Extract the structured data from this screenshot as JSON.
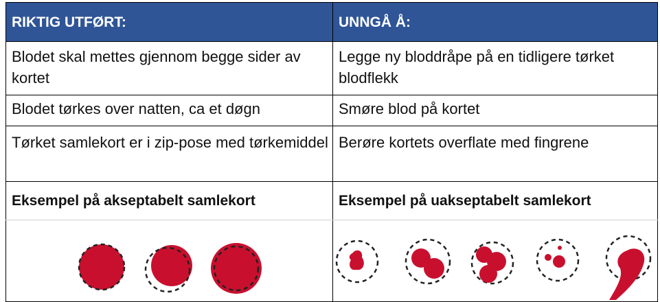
{
  "header": {
    "left": "RIKTIG UTFØRT:",
    "right": "UNNGÅ Å:"
  },
  "rows": [
    {
      "left": "Blodet skal mettes gjennom begge sider av kortet",
      "right": "Legge ny bloddråpe på en tidligere tørket blodflekk"
    },
    {
      "left": "Blodet tørkes over natten, ca et døgn",
      "right": "Smøre blod på kortet"
    },
    {
      "left": "Tørket samlekort er i zip-pose med tørkemiddel",
      "right": "Berøre kortets overflate med fingrene"
    }
  ],
  "examples": {
    "acceptable": "Eksempel på akseptabelt samlekort",
    "unacceptable": "Eksempel på uakseptabelt samlekort"
  },
  "colors": {
    "header_bg": "#2f5597",
    "acceptable_text": "#3d86c6",
    "unacceptable_text": "#e8141e",
    "blood": "#c8102e"
  }
}
